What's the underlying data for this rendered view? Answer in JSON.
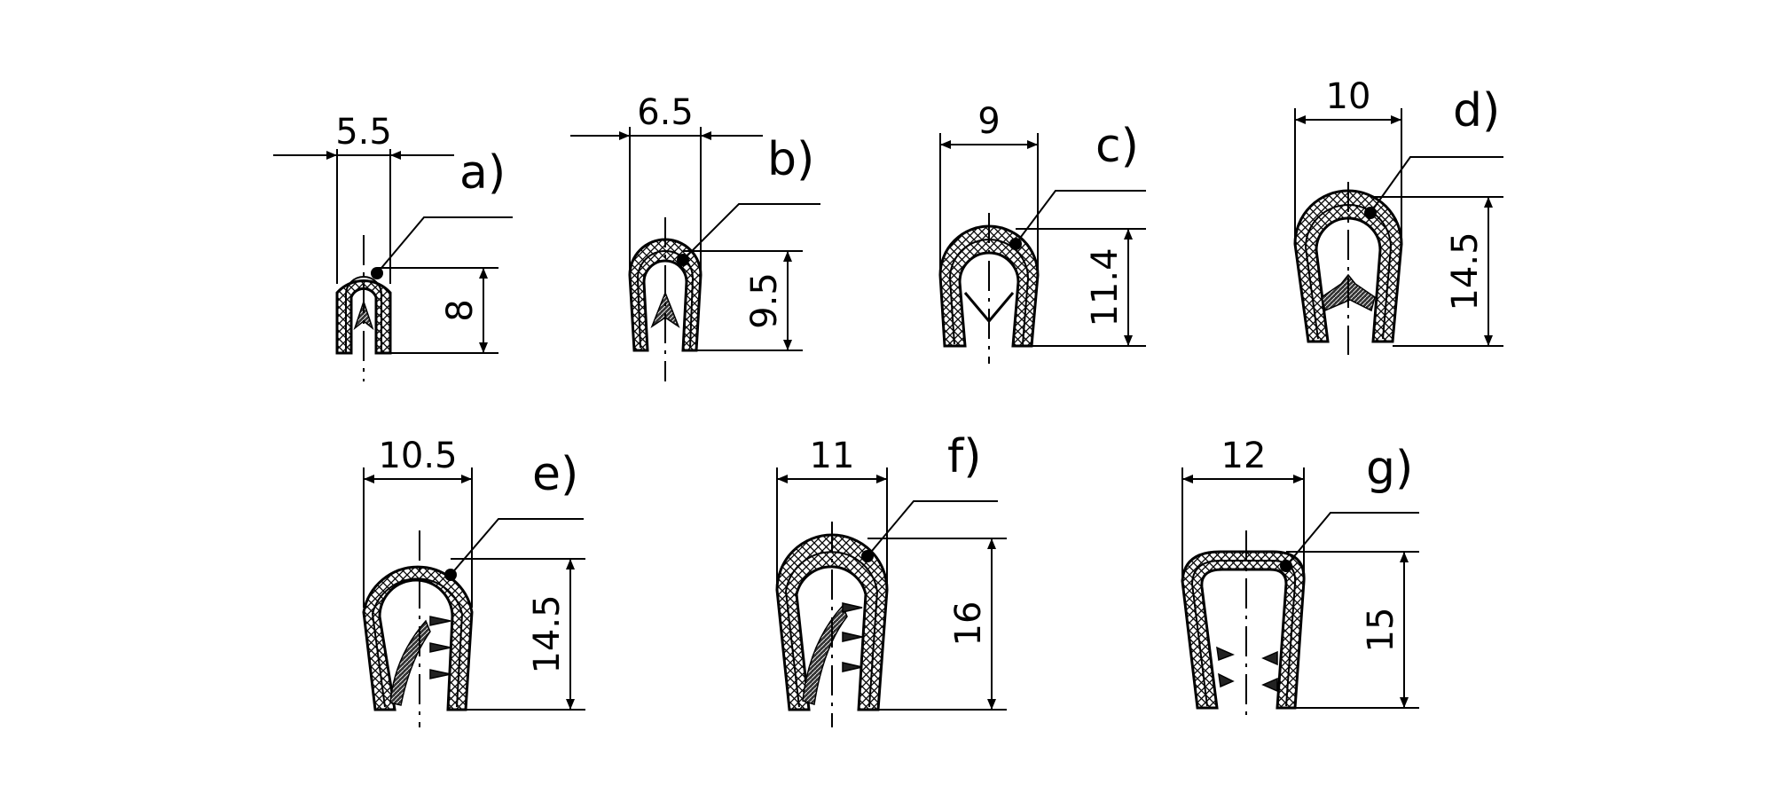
{
  "profiles": [
    {
      "id": "a",
      "label": "a)",
      "width": "5.5",
      "height": "8"
    },
    {
      "id": "b",
      "label": "b)",
      "width": "6.5",
      "height": "9.5"
    },
    {
      "id": "c",
      "label": "c)",
      "width": "9",
      "height": "11.4"
    },
    {
      "id": "d",
      "label": "d)",
      "width": "10",
      "height": "14.5"
    },
    {
      "id": "e",
      "label": "e)",
      "width": "10.5",
      "height": "14.5"
    },
    {
      "id": "f",
      "label": "f)",
      "width": "11",
      "height": "16"
    },
    {
      "id": "g",
      "label": "g)",
      "width": "12",
      "height": "15"
    }
  ]
}
